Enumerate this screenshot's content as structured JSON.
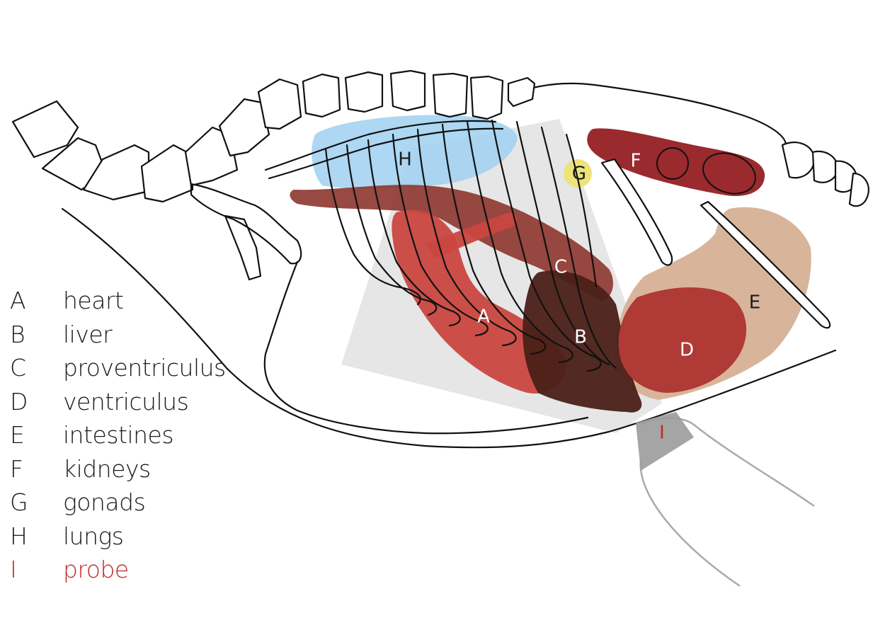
{
  "labels": {
    "A": "A",
    "B": "B",
    "C": "C",
    "D": "D",
    "E": "E",
    "F": "F",
    "G": "G",
    "H": "H",
    "I": "I"
  },
  "legend": [
    {
      "key": "A",
      "name": "heart"
    },
    {
      "key": "B",
      "name": "liver"
    },
    {
      "key": "C",
      "name": "proventriculus"
    },
    {
      "key": "D",
      "name": "ventriculus"
    },
    {
      "key": "E",
      "name": "intestines"
    },
    {
      "key": "F",
      "name": "kidneys"
    },
    {
      "key": "G",
      "name": "gonads"
    },
    {
      "key": "H",
      "name": "lungs"
    },
    {
      "key": "I",
      "name": "probe"
    }
  ],
  "colors": {
    "heart": "#c9473f",
    "liver": "#4a2018",
    "proventriculus": "#8e3a32",
    "ventriculus": "#b03a35",
    "intestines": "#d8b59a",
    "kidneys": "#9b2a2e",
    "gonads": "#ede37a",
    "lungs": "#9fd0f0",
    "probe": "#c0282a",
    "probe_field": "#c8c8c8"
  }
}
